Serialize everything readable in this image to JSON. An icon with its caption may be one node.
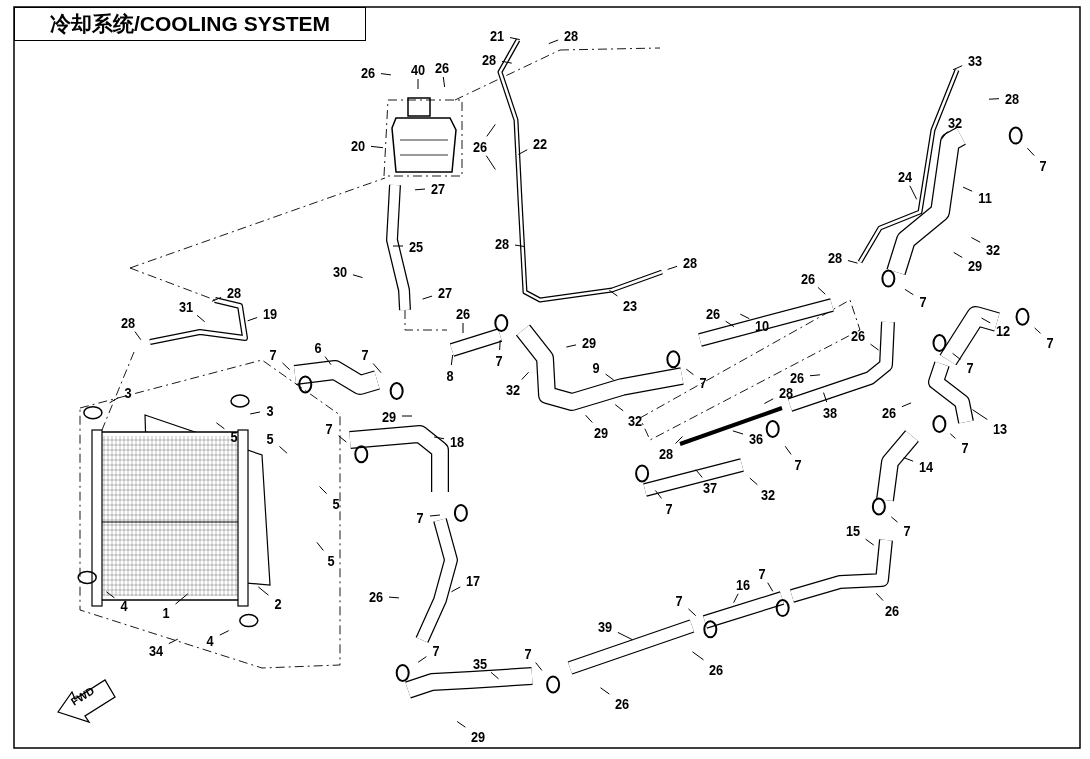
{
  "diagram": {
    "title": "冷却系统/COOLING SYSTEM",
    "nodes": [
      {
        "text": [
          "21"
        ]
      },
      {
        "text": [
          "28"
        ]
      },
      {
        "text": [
          "28"
        ]
      },
      {
        "text": [
          "33"
        ]
      },
      {
        "text": [
          "26"
        ]
      },
      {
        "text": [
          "40"
        ]
      },
      {
        "text": [
          "26"
        ]
      },
      {
        "text": [
          "28"
        ]
      },
      {
        "text": [
          "32"
        ]
      },
      {
        "text": [
          "7"
        ]
      },
      {
        "text": [
          "26"
        ]
      },
      {
        "text": [
          "22"
        ]
      },
      {
        "text": [
          "20"
        ]
      },
      {
        "text": [
          "27"
        ]
      },
      {
        "text": [
          "24"
        ]
      },
      {
        "text": [
          "11"
        ]
      },
      {
        "text": [
          "25"
        ]
      },
      {
        "text": [
          "28"
        ]
      },
      {
        "text": [
          "32"
        ]
      },
      {
        "text": [
          "28"
        ]
      },
      {
        "text": [
          "29"
        ]
      },
      {
        "text": [
          "28"
        ]
      },
      {
        "text": [
          "30"
        ]
      },
      {
        "text": [
          "7"
        ]
      },
      {
        "text": [
          "28"
        ]
      },
      {
        "text": [
          "27"
        ]
      },
      {
        "text": [
          "26"
        ]
      },
      {
        "text": [
          "23"
        ]
      },
      {
        "text": [
          "31"
        ]
      },
      {
        "text": [
          "19"
        ]
      },
      {
        "text": [
          "26"
        ]
      },
      {
        "text": [
          "26"
        ]
      },
      {
        "text": [
          "10"
        ]
      },
      {
        "text": [
          "12"
        ]
      },
      {
        "text": [
          "26"
        ]
      },
      {
        "text": [
          "7"
        ]
      },
      {
        "text": [
          "28"
        ]
      },
      {
        "text": [
          "29"
        ]
      },
      {
        "text": [
          "6"
        ]
      },
      {
        "text": [
          "7"
        ]
      },
      {
        "text": [
          "7"
        ]
      },
      {
        "text": [
          "8"
        ]
      },
      {
        "text": [
          "7"
        ]
      },
      {
        "text": [
          "9"
        ]
      },
      {
        "text": [
          "7"
        ]
      },
      {
        "text": [
          "26"
        ]
      },
      {
        "text": [
          "7"
        ]
      },
      {
        "text": [
          "32"
        ]
      },
      {
        "text": [
          "28"
        ]
      },
      {
        "text": [
          "3"
        ]
      },
      {
        "text": [
          "3"
        ]
      },
      {
        "text": [
          "38"
        ]
      },
      {
        "text": [
          "26"
        ]
      },
      {
        "text": [
          "32"
        ]
      },
      {
        "text": [
          "5"
        ]
      },
      {
        "text": [
          "29"
        ]
      },
      {
        "text": [
          "13"
        ]
      },
      {
        "text": [
          "7"
        ]
      },
      {
        "text": [
          "18"
        ]
      },
      {
        "text": [
          "29"
        ]
      },
      {
        "text": [
          "5"
        ]
      },
      {
        "text": [
          "36"
        ]
      },
      {
        "text": [
          "28"
        ]
      },
      {
        "text": [
          "7"
        ]
      },
      {
        "text": [
          "7"
        ]
      },
      {
        "text": [
          "14"
        ]
      },
      {
        "text": [
          "7"
        ]
      },
      {
        "text": [
          "37"
        ]
      },
      {
        "text": [
          "32"
        ]
      },
      {
        "text": [
          "5"
        ]
      },
      {
        "text": [
          "7"
        ]
      },
      {
        "text": [
          "7"
        ]
      },
      {
        "text": [
          "15"
        ]
      },
      {
        "text": [
          "5"
        ]
      },
      {
        "text": [
          "16"
        ]
      },
      {
        "text": [
          "7"
        ]
      },
      {
        "text": [
          "17"
        ]
      },
      {
        "text": [
          "26"
        ]
      },
      {
        "text": [
          "7"
        ]
      },
      {
        "text": [
          "26"
        ]
      },
      {
        "text": [
          "4"
        ]
      },
      {
        "text": [
          "1"
        ]
      },
      {
        "text": [
          "2"
        ]
      },
      {
        "text": [
          "39"
        ]
      },
      {
        "text": [
          "7"
        ]
      },
      {
        "text": [
          "7"
        ]
      },
      {
        "text": [
          "4"
        ]
      },
      {
        "text": [
          "34"
        ]
      },
      {
        "text": [
          "26"
        ]
      },
      {
        "text": [
          "35"
        ]
      },
      {
        "text": [
          "26"
        ]
      },
      {
        "text": [
          "29"
        ]
      }
    ],
    "edges": [
      {
        "from": 0,
        "to": null,
        "arrow": "none"
      },
      {
        "from": 1,
        "to": null,
        "arrow": "none"
      },
      {
        "from": 2,
        "to": null,
        "arrow": "none"
      },
      {
        "from": 3,
        "to": null,
        "arrow": "none"
      },
      {
        "from": 4,
        "to": null,
        "arrow": "none"
      },
      {
        "from": 5,
        "to": null,
        "arrow": "none"
      },
      {
        "from": 6,
        "to": null,
        "arrow": "none"
      },
      {
        "from": 7,
        "to": null,
        "arrow": "none"
      },
      {
        "from": 8,
        "to": null,
        "arrow": "none"
      },
      {
        "from": 9,
        "to": null,
        "arrow": "none"
      },
      {
        "from": 10,
        "to": null,
        "arrow": "none"
      },
      {
        "from": 10,
        "to": null,
        "arrow": "none"
      },
      {
        "from": 11,
        "to": null,
        "arrow": "none"
      },
      {
        "from": 12,
        "to": null,
        "arrow": "none"
      },
      {
        "from": 13,
        "to": null,
        "arrow": "none"
      },
      {
        "from": 14,
        "to": null,
        "arrow": "none"
      },
      {
        "from": 15,
        "to": null,
        "arrow": "none"
      },
      {
        "from": 16,
        "to": null,
        "arrow": "none"
      },
      {
        "from": 17,
        "to": null,
        "arrow": "none"
      },
      {
        "from": 18,
        "to": null,
        "arrow": "none"
      },
      {
        "from": 19,
        "to": null,
        "arrow": "none"
      },
      {
        "from": 20,
        "to": null,
        "arrow": "none"
      },
      {
        "from": 21,
        "to": null,
        "arrow": "none"
      },
      {
        "from": 22,
        "to": null,
        "arrow": "none"
      },
      {
        "from": 23,
        "to": null,
        "arrow": "none"
      },
      {
        "from": 24,
        "to": null,
        "arrow": "none"
      },
      {
        "from": 25,
        "to": null,
        "arrow": "none"
      },
      {
        "from": 26,
        "to": null,
        "arrow": "none"
      },
      {
        "from": 27,
        "to": null,
        "arrow": "none"
      },
      {
        "from": 28,
        "to": null,
        "arrow": "none"
      },
      {
        "from": 29,
        "to": null,
        "arrow": "none"
      },
      {
        "from": 30,
        "to": null,
        "arrow": "none"
      },
      {
        "from": 31,
        "to": null,
        "arrow": "none"
      },
      {
        "from": 32,
        "to": null,
        "arrow": "none"
      },
      {
        "from": 33,
        "to": null,
        "arrow": "none"
      },
      {
        "from": 34,
        "to": null,
        "arrow": "none"
      },
      {
        "from": 35,
        "to": null,
        "arrow": "none"
      },
      {
        "from": 36,
        "to": null,
        "arrow": "none"
      },
      {
        "from": 37,
        "to": null,
        "arrow": "none"
      },
      {
        "from": 38,
        "to": null,
        "arrow": "none"
      },
      {
        "from": 39,
        "to": null,
        "arrow": "none"
      },
      {
        "from": 40,
        "to": null,
        "arrow": "none"
      },
      {
        "from": 41,
        "to": null,
        "arrow": "none"
      },
      {
        "from": 42,
        "to": null,
        "arrow": "none"
      },
      {
        "from": 43,
        "to": null,
        "arrow": "none"
      },
      {
        "from": 44,
        "to": null,
        "arrow": "none"
      },
      {
        "from": 45,
        "to": null,
        "arrow": "none"
      },
      {
        "from": 46,
        "to": null,
        "arrow": "none"
      },
      {
        "from": 47,
        "to": null,
        "arrow": "none"
      },
      {
        "from": 48,
        "to": null,
        "arrow": "none"
      },
      {
        "from": 49,
        "to": null,
        "arrow": "none"
      },
      {
        "from": 50,
        "to": null,
        "arrow": "none"
      },
      {
        "from": 51,
        "to": null,
        "arrow": "none"
      },
      {
        "from": 52,
        "to": null,
        "arrow": "none"
      },
      {
        "from": 53,
        "to": null,
        "arrow": "none"
      },
      {
        "from": 54,
        "to": null,
        "arrow": "none"
      },
      {
        "from": 55,
        "to": null,
        "arrow": "none"
      },
      {
        "from": 56,
        "to": null,
        "arrow": "none"
      },
      {
        "from": 57,
        "to": null,
        "arrow": "none"
      },
      {
        "from": 58,
        "to": null,
        "arrow": "none"
      },
      {
        "from": 59,
        "to": null,
        "arrow": "none"
      },
      {
        "from": 60,
        "to": null,
        "arrow": "none"
      },
      {
        "from": 61,
        "to": null,
        "arrow": "none"
      },
      {
        "from": 62,
        "to": null,
        "arrow": "none"
      },
      {
        "from": 63,
        "to": null,
        "arrow": "none"
      },
      {
        "from": 64,
        "to": null,
        "arrow": "none"
      },
      {
        "from": 65,
        "to": null,
        "arrow": "none"
      },
      {
        "from": 66,
        "to": null,
        "arrow": "none"
      },
      {
        "from": 67,
        "to": null,
        "arrow": "none"
      },
      {
        "from": 68,
        "to": null,
        "arrow": "none"
      },
      {
        "from": 69,
        "to": null,
        "arrow": "none"
      },
      {
        "from": 70,
        "to": null,
        "arrow": "none"
      },
      {
        "from": 71,
        "to": null,
        "arrow": "none"
      },
      {
        "from": 72,
        "to": null,
        "arrow": "none"
      },
      {
        "from": 73,
        "to": null,
        "arrow": "none"
      },
      {
        "from": 74,
        "to": null,
        "arrow": "none"
      },
      {
        "from": 75,
        "to": null,
        "arrow": "none"
      },
      {
        "from": 76,
        "to": null,
        "arrow": "none"
      },
      {
        "from": 77,
        "to": null,
        "arrow": "none"
      },
      {
        "from": 78,
        "to": null,
        "arrow": "none"
      },
      {
        "from": 79,
        "to": null,
        "arrow": "none"
      },
      {
        "from": 80,
        "to": null,
        "arrow": "none"
      },
      {
        "from": 81,
        "to": null,
        "arrow": "none"
      },
      {
        "from": 82,
        "to": null,
        "arrow": "none"
      },
      {
        "from": 83,
        "to": null,
        "arrow": "none"
      },
      {
        "from": 84,
        "to": null,
        "arrow": "none"
      },
      {
        "from": 85,
        "to": null,
        "arrow": "none"
      },
      {
        "from": 86,
        "to": null,
        "arrow": "none"
      },
      {
        "from": 87,
        "to": null,
        "arrow": "none"
      },
      {
        "from": 88,
        "to": null,
        "arrow": "none"
      },
      {
        "from": 89,
        "to": null,
        "arrow": "none"
      },
      {
        "from": 90,
        "to": null,
        "arrow": "none"
      },
      {
        "from": 91,
        "to": null,
        "arrow": "none"
      }
    ],
    "labels": [
      "FWD"
    ]
  }
}
